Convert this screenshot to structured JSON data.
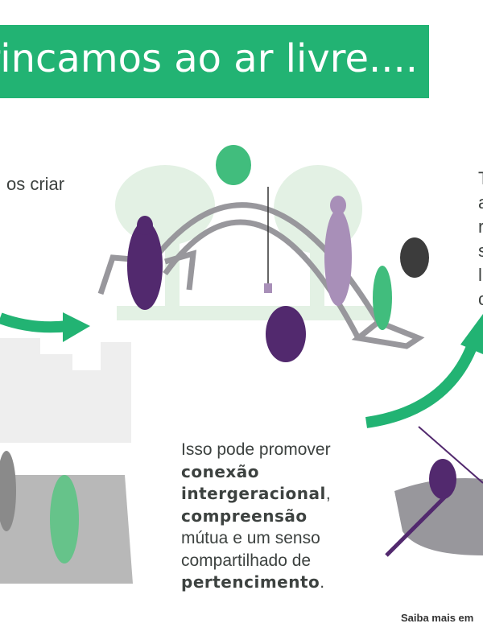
{
  "header": {
    "title": "rincamos ao ar livre...."
  },
  "left_text": "os criar",
  "right_text_fragments": [
    "T",
    "a",
    "r",
    "s",
    "l",
    "c"
  ],
  "main_text": {
    "intro": "Isso pode promover",
    "bold1": "conexão",
    "bold2": "intergeracional",
    "comma": ",",
    "bold3": "compreensão",
    "line5": "mútua e um senso",
    "line6": "compartilhado de",
    "bold4": "pertencimento",
    "period": "."
  },
  "footer": {
    "text": "Saiba mais em"
  },
  "colors": {
    "green": "#22b373",
    "purple": "#52296e",
    "lavender": "#a88fb8",
    "gray": "#98979c",
    "light_green": "#e3f1e4"
  }
}
